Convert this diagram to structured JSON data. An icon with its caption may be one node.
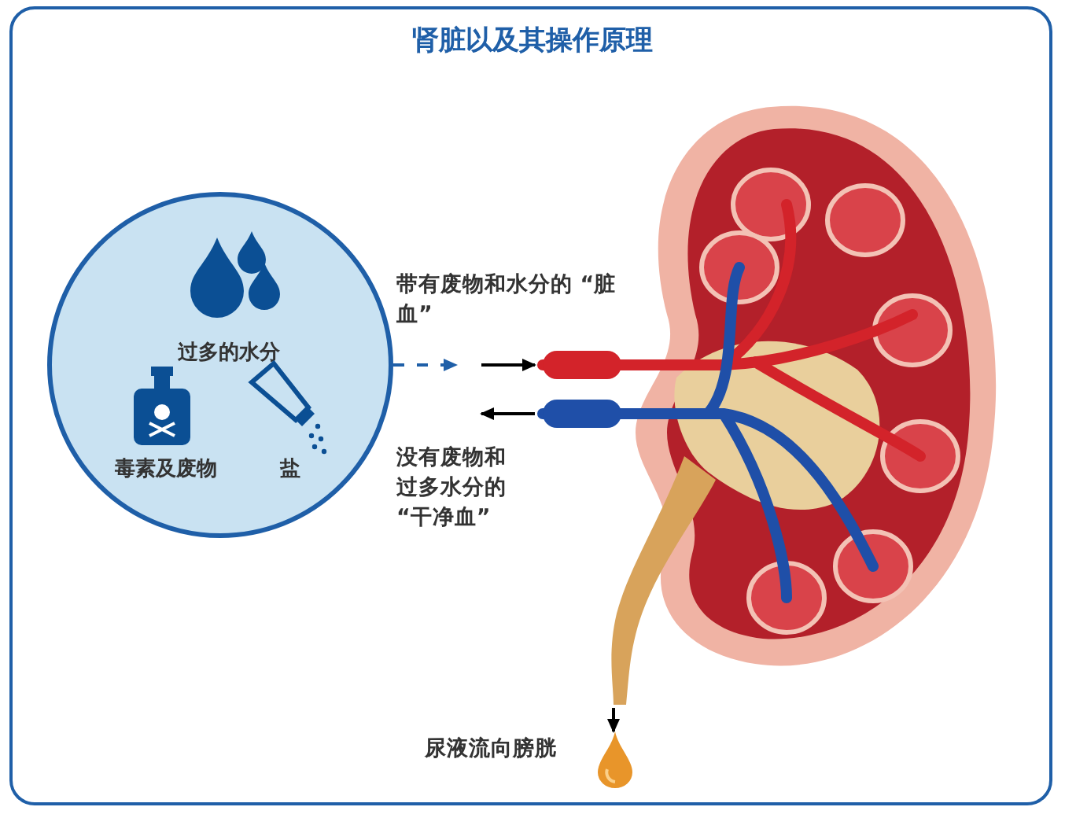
{
  "diagram": {
    "title": "肾脏以及其操作原理",
    "nodes": [
      {
        "text": [],
        "shape": "circle"
      },
      {
        "text": [
          "过多的水分"
        ],
        "in": 0
      },
      {
        "text": [
          "毒素及废物"
        ],
        "in": 0
      },
      {
        "text": [
          "盐"
        ],
        "in": 0
      },
      {
        "text": [],
        "shape": "picture"
      },
      {
        "text": [],
        "shape": "picture",
        "beside": [
          "尿液流向膀胱"
        ]
      }
    ],
    "edges": [
      {
        "from": 0,
        "to": null,
        "arrow": "to",
        "style": "dashed",
        "color": "#1f5fa8"
      },
      {
        "from": null,
        "to": 4,
        "arrow": "to",
        "label": "带有废物和水分的 “脏血”"
      },
      {
        "from": 4,
        "to": null,
        "arrow": "to",
        "label": "没有废物和过多水分的 “干净血”"
      },
      {
        "from": 4,
        "to": 5,
        "arrow": "to"
      }
    ]
  }
}
